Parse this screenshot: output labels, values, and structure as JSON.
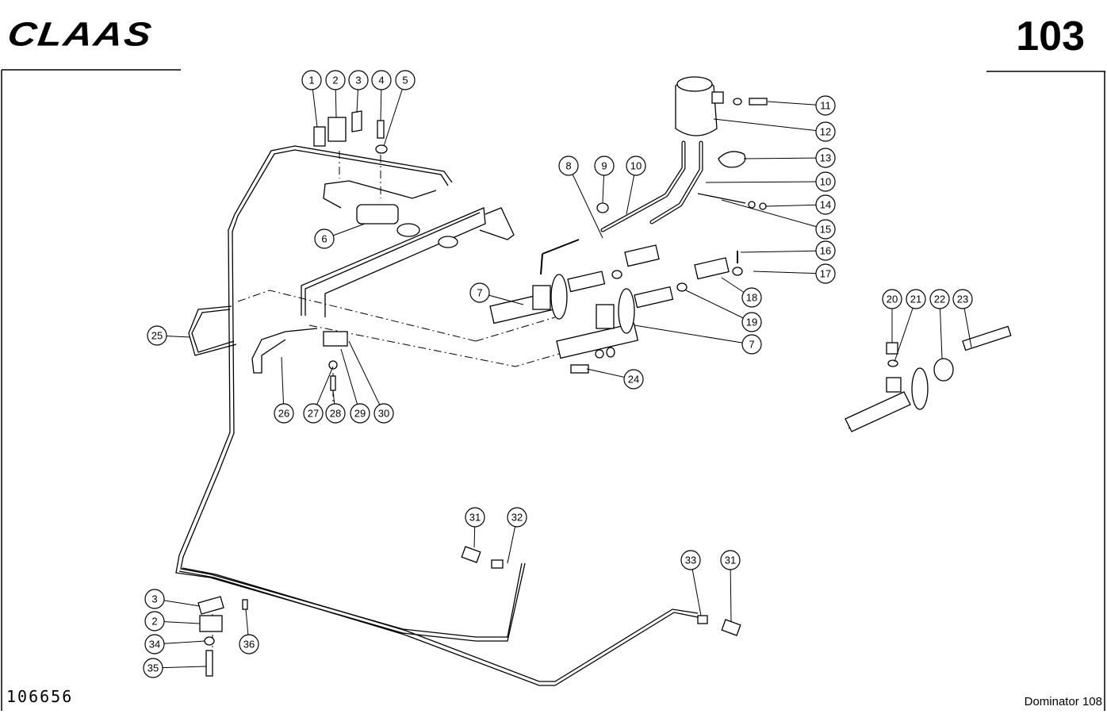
{
  "header": {
    "brand": "CLAAS",
    "page_number": "103"
  },
  "footer": {
    "document_number": "106656",
    "model": "Dominator 108"
  },
  "callouts": [
    "1",
    "2",
    "3",
    "4",
    "5",
    "6",
    "7",
    "7",
    "8",
    "9",
    "10",
    "10",
    "11",
    "12",
    "13",
    "14",
    "15",
    "16",
    "17",
    "18",
    "19",
    "20",
    "21",
    "22",
    "23",
    "24",
    "25",
    "26",
    "27",
    "28",
    "29",
    "30",
    "31",
    "31",
    "32",
    "33",
    "34",
    "35",
    "36",
    "3",
    "2"
  ]
}
